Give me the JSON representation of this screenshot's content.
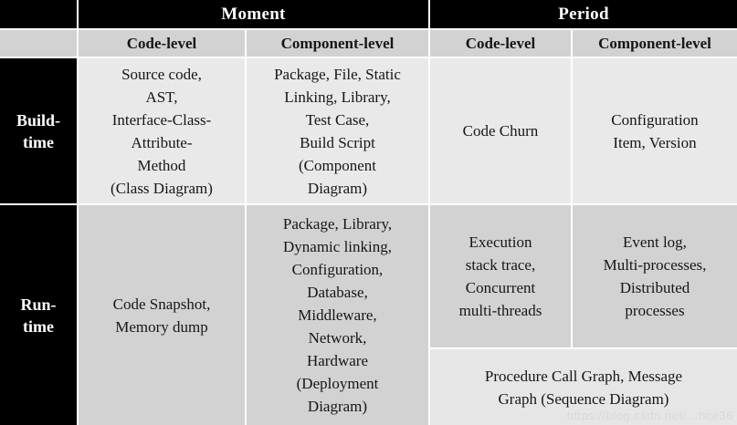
{
  "table": {
    "top_headers": {
      "moment": "Moment",
      "period": "Period"
    },
    "sub_headers": {
      "moment_code": "Code-level",
      "moment_component": "Component-level",
      "period_code": "Code-level",
      "period_component": "Component-level"
    },
    "build": {
      "header": "Build-\ntime",
      "moment_code": "Source code,\nAST,\nInterface-Class-\nAttribute-\nMethod\n(Class Diagram)",
      "moment_component": "Package, File, Static\nLinking, Library,\nTest Case,\nBuild Script\n(Component\nDiagram)",
      "period_code": "Code Churn",
      "period_component": "Configuration\nItem, Version"
    },
    "run": {
      "header": "Run-\ntime",
      "moment_code": "Code Snapshot,\nMemory dump",
      "moment_component": "Package, Library,\nDynamic linking,\nConfiguration,\nDatabase,\nMiddleware,\nNetwork,\nHardware\n(Deployment\nDiagram)",
      "period_code": "Execution\nstack trace,\nConcurrent\nmulti-threads",
      "period_component": "Event log,\nMulti-processes,\nDistributed\nprocesses",
      "period_span": "Procedure Call Graph, Message\nGraph (Sequence Diagram)"
    }
  },
  "watermark": "https://blog.csdn.net/…hce36",
  "colors": {
    "header_bg": "#000000",
    "header_text": "#ffffff",
    "subheader_bg": "#d2d2d2",
    "build_row_bg": "#e9e9e9",
    "run_row_bg": "#d2d2d2",
    "span_cell_bg": "#e6e6e6",
    "grid_lines": "#ffffff",
    "cell_text": "#161616"
  }
}
